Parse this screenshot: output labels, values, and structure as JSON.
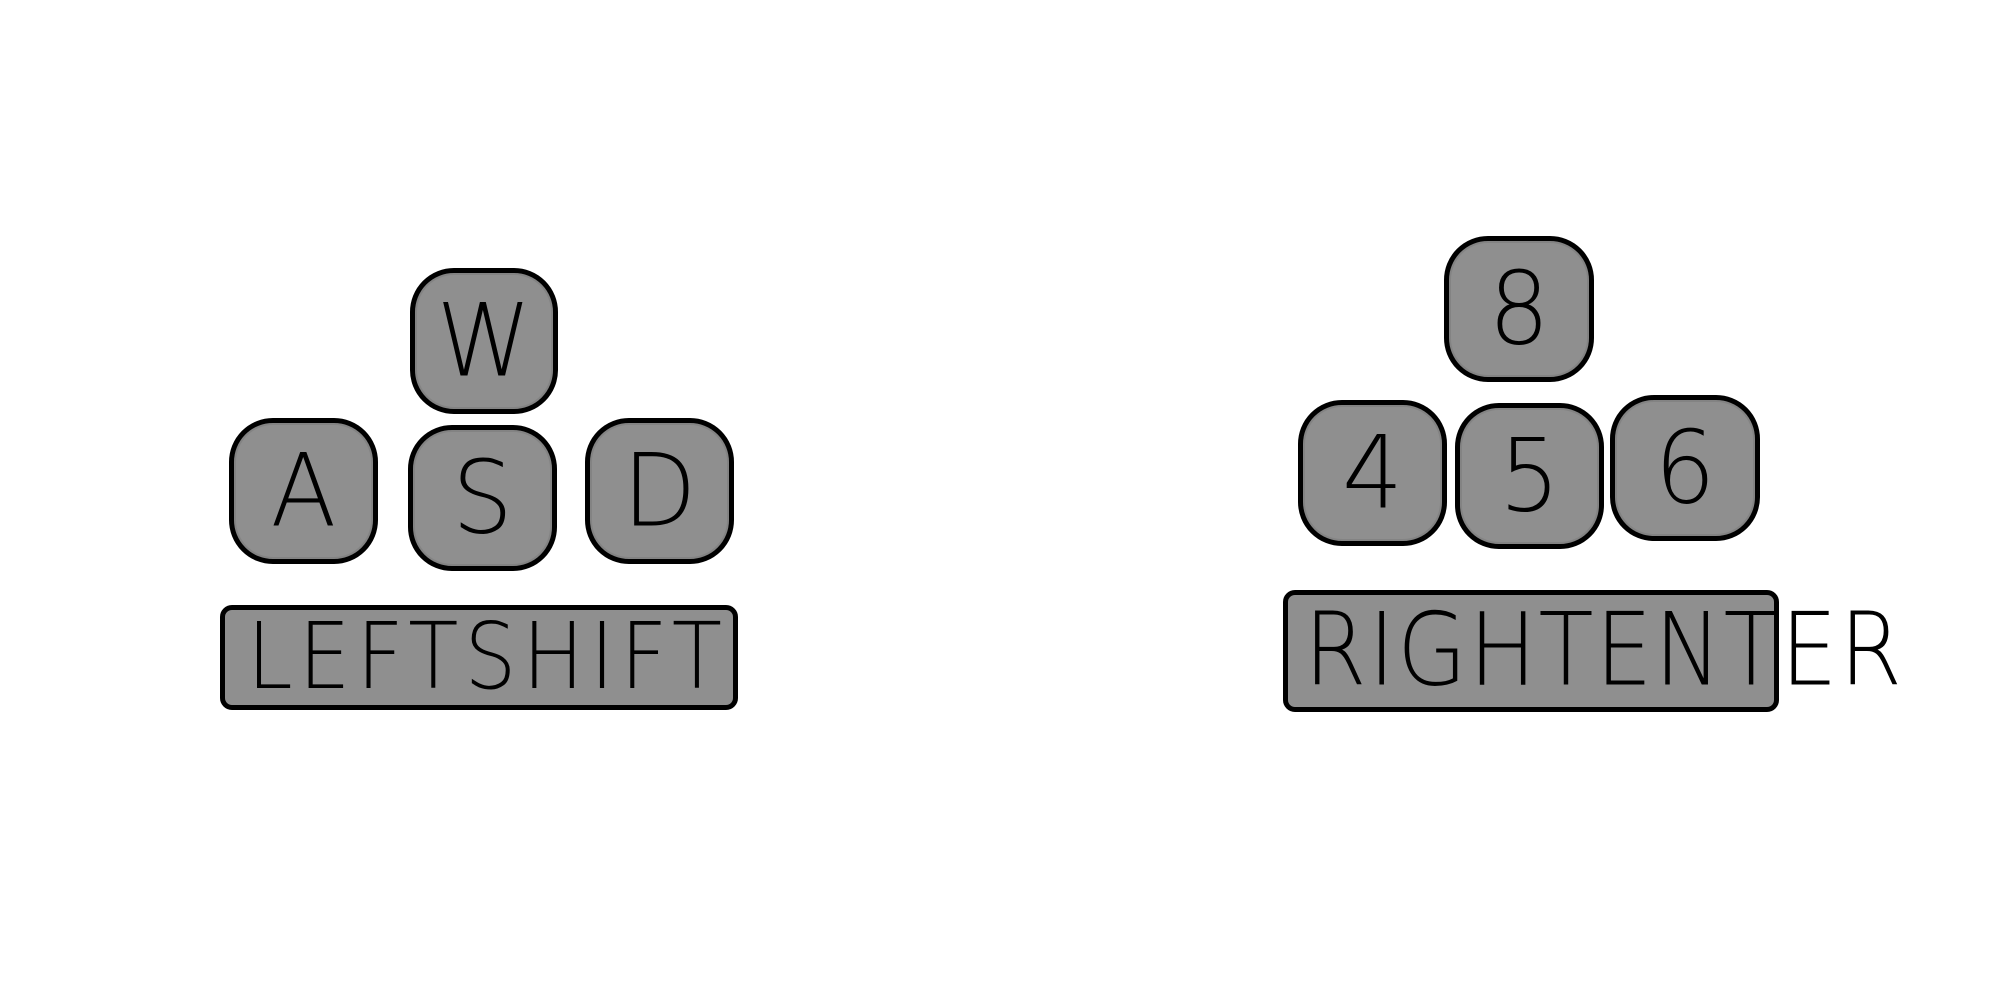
{
  "left_cluster": {
    "keys": {
      "up": "W",
      "left": "A",
      "down": "S",
      "right": "D"
    },
    "bar": {
      "word1": "LEFT",
      "word2": "SHIFT"
    }
  },
  "right_cluster": {
    "keys": {
      "up": "8",
      "left": "4",
      "down": "5",
      "right": "6"
    },
    "bar": {
      "word1": "RIGHT",
      "word2": "ENTER"
    }
  },
  "colors": {
    "key_fill": "#8f8f8f",
    "outline": "#000000",
    "background": "#ffffff"
  }
}
